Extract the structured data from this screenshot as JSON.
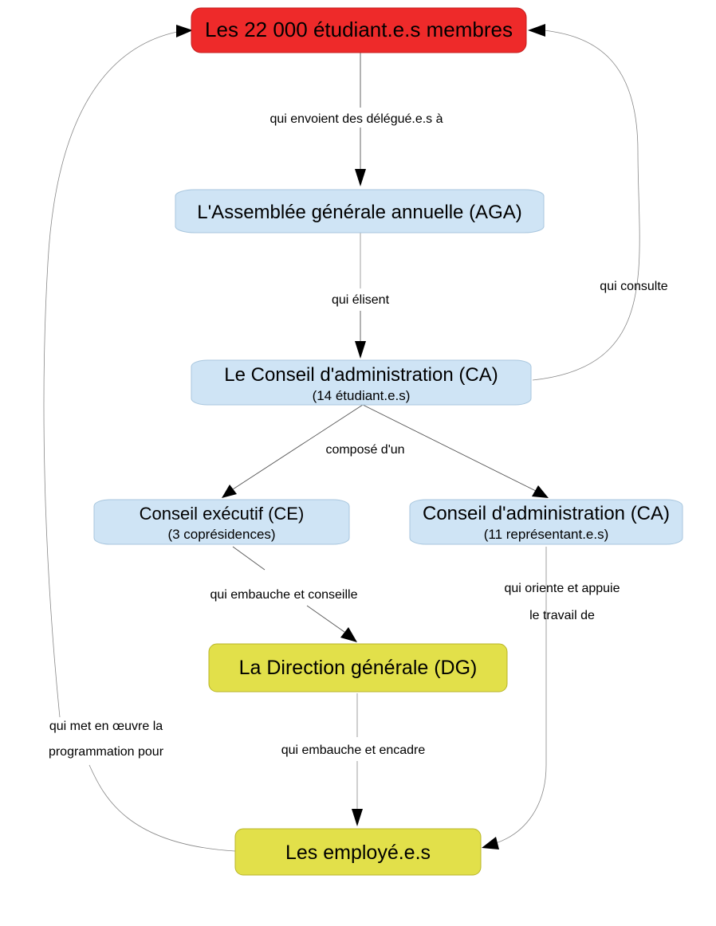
{
  "nodes": {
    "members": {
      "title": "Les 22 000 étudiant.e.s membres",
      "color": "#ee2a2a"
    },
    "aga": {
      "title": "L'Assemblée générale annuelle (AGA)",
      "color": "#cfe4f5"
    },
    "ca_top": {
      "title": "Le Conseil d'administration (CA)",
      "subtitle": "(14 étudiant.e.s)",
      "color": "#cfe4f5"
    },
    "ce": {
      "title": "Conseil exécutif (CE)",
      "subtitle": "(3 coprésidences)",
      "color": "#cfe4f5"
    },
    "ca_reps": {
      "title": "Conseil d'administration (CA)",
      "subtitle": "(11 représentant.e.s)",
      "color": "#cfe4f5"
    },
    "dg": {
      "title": "La Direction générale (DG)",
      "color": "#e2e04a"
    },
    "employees": {
      "title": "Les employé.e.s",
      "color": "#e2e04a"
    }
  },
  "edges": {
    "members_to_aga": "qui envoient des délégué.e.s à",
    "aga_to_ca": "qui élisent",
    "ca_to_members": "qui consulte",
    "ca_composed": "composé d'un",
    "ce_to_dg": "qui embauche et conseille",
    "ca_to_employees_line1": "qui oriente et appuie",
    "ca_to_employees_line2": "le travail de",
    "dg_to_employees": "qui embauche et encadre",
    "employees_to_members_line1": "qui met en œuvre la",
    "employees_to_members_line2": "programmation pour"
  }
}
